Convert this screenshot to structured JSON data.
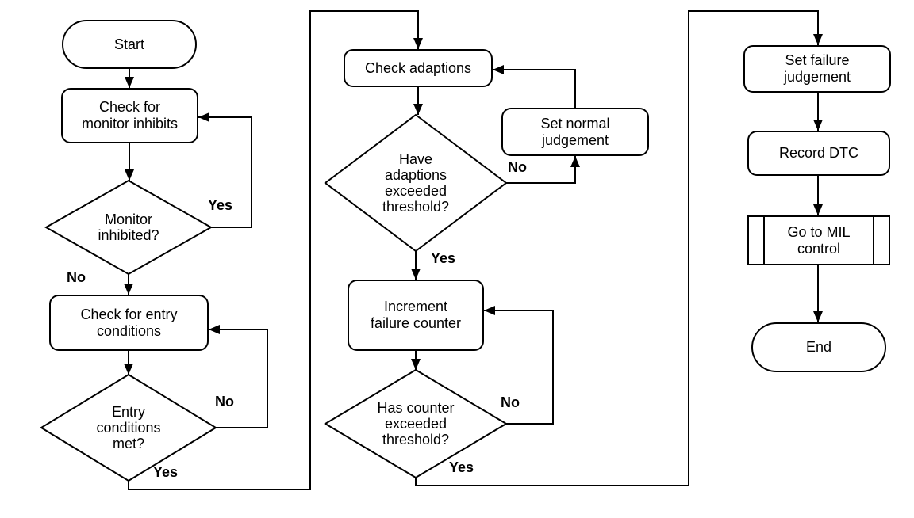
{
  "colors": {
    "stroke": "#000000",
    "fill": "#ffffff",
    "background": "#ffffff"
  },
  "nodes": {
    "start": {
      "type": "terminator",
      "label": "Start"
    },
    "check_monitor_inhibits": {
      "type": "process",
      "lines": [
        "Check for",
        "monitor inhibits"
      ]
    },
    "monitor_inhibited": {
      "type": "decision",
      "lines": [
        "Monitor",
        "inhibited?"
      ]
    },
    "check_entry_conditions": {
      "type": "process",
      "lines": [
        "Check for entry",
        "conditions"
      ]
    },
    "entry_conditions_met": {
      "type": "decision",
      "lines": [
        "Entry",
        "conditions",
        "met?"
      ]
    },
    "check_adaptions": {
      "type": "process",
      "label": "Check adaptions"
    },
    "set_normal_judgement": {
      "type": "process",
      "lines": [
        "Set normal",
        "judgement"
      ]
    },
    "have_adaptions_exceeded_threshold": {
      "type": "decision",
      "lines": [
        "Have",
        "adaptions",
        "exceeded",
        "threshold?"
      ]
    },
    "increment_failure_counter": {
      "type": "process",
      "lines": [
        "Increment",
        "failure counter"
      ]
    },
    "has_counter_exceeded_threshold": {
      "type": "decision",
      "lines": [
        "Has counter",
        "exceeded",
        "threshold?"
      ]
    },
    "set_failure_judgement": {
      "type": "process",
      "lines": [
        "Set failure",
        "judgement"
      ]
    },
    "record_dtc": {
      "type": "process",
      "label": "Record DTC"
    },
    "go_to_mil_control": {
      "type": "predefined-process",
      "lines": [
        "Go to MIL",
        "control"
      ]
    },
    "end": {
      "type": "terminator",
      "label": "End"
    }
  },
  "edge_labels": {
    "monitor_inhibited_yes": "Yes",
    "monitor_inhibited_no": "No",
    "entry_conditions_no": "No",
    "entry_conditions_yes": "Yes",
    "have_adaptions_no": "No",
    "have_adaptions_yes": "Yes",
    "has_counter_no": "No",
    "has_counter_yes": "Yes"
  }
}
